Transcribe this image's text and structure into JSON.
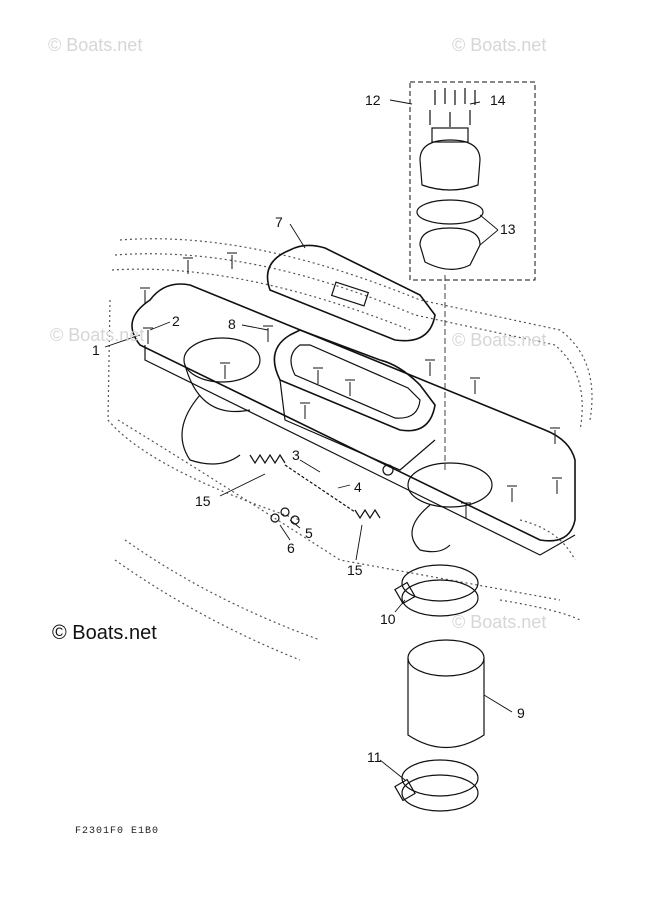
{
  "diagram": {
    "callouts": {
      "c1": "1",
      "c2": "2",
      "c3": "3",
      "c4": "4",
      "c5": "5",
      "c6": "6",
      "c7": "7",
      "c8": "8",
      "c9": "9",
      "c10": "10",
      "c11": "11",
      "c12": "12",
      "c13": "13",
      "c14": "14",
      "c15a": "15",
      "c15b": "15"
    },
    "watermarks": {
      "corner": "© Boats.net",
      "main": "© Boats.net"
    },
    "figure_code": "F2301F0 E1B0",
    "colors": {
      "ink": "#111111",
      "watermark": "#d6d6d6"
    }
  }
}
